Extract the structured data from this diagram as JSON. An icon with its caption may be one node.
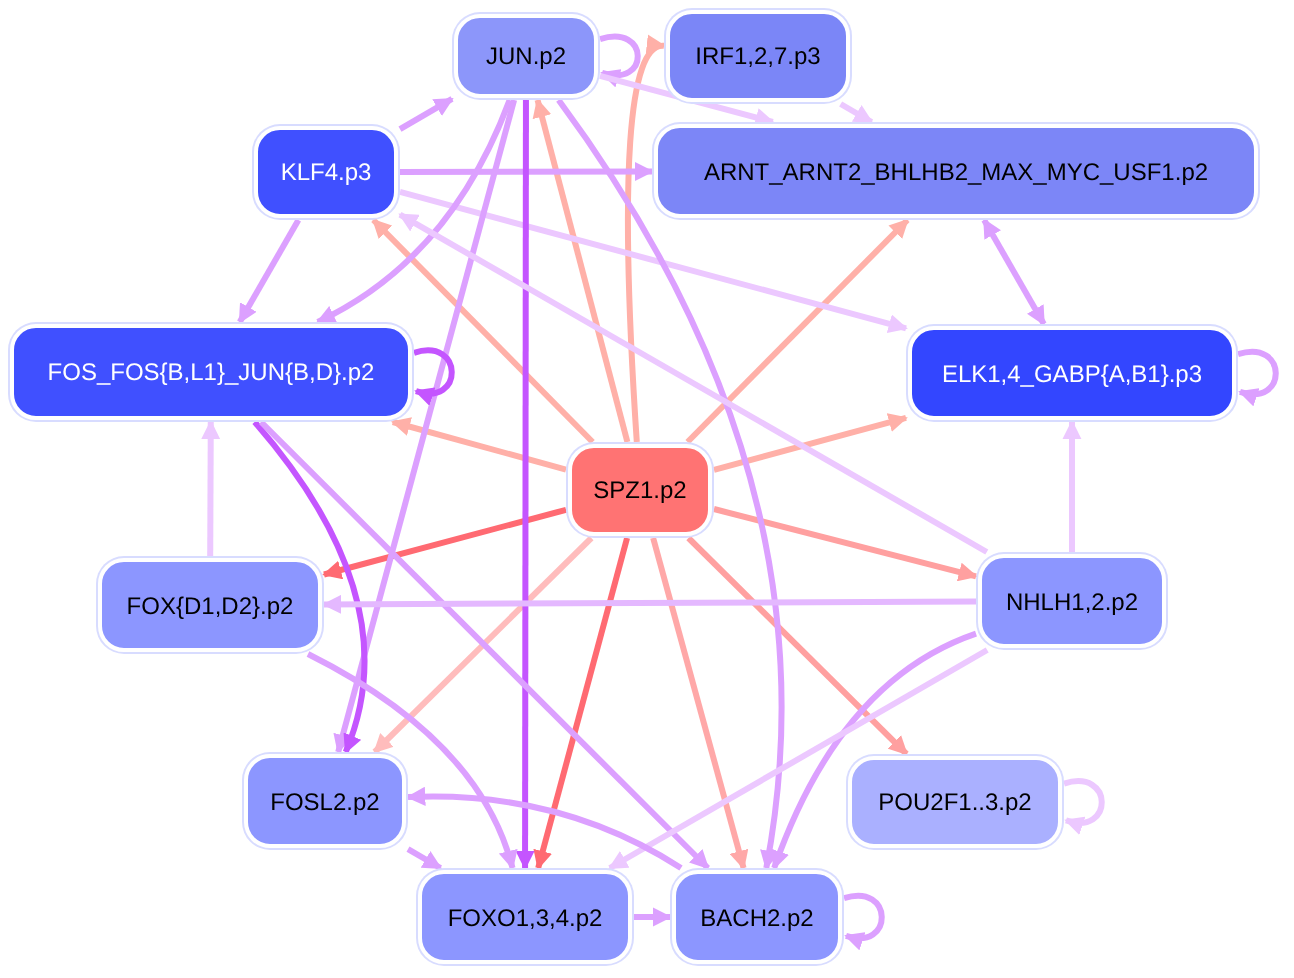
{
  "diagram": {
    "nodes": [
      {
        "text": [
          "JUN.p2"
        ]
      },
      {
        "text": [
          "IRF1,2,7.p3"
        ]
      },
      {
        "text": [
          "KLF4.p3"
        ]
      },
      {
        "text": [
          "ARNT_ARNT2_BHLHB2_MAX_MYC_USF1.p2"
        ]
      },
      {
        "text": [
          "FOS_FOS{B,L1}_JUN{B,D}.p2"
        ]
      },
      {
        "text": [
          "ELK1,4_GABP{A,B1}.p3"
        ]
      },
      {
        "text": [
          "SPZ1.p2"
        ]
      },
      {
        "text": [
          "FOX{D1,D2}.p2"
        ]
      },
      {
        "text": [
          "NHLH1,2.p2"
        ]
      },
      {
        "text": [
          "FOSL2.p2"
        ]
      },
      {
        "text": [
          "POU2F1..3.p2"
        ]
      },
      {
        "text": [
          "FOXO1,3,4.p2"
        ]
      },
      {
        "text": [
          "BACH2.p2"
        ]
      }
    ],
    "edges": [
      {
        "from": 6,
        "to": 4,
        "arrow": "to",
        "color": "#ffb0a8"
      },
      {
        "from": 6,
        "to": 0,
        "arrow": "to",
        "color": "#ffb0a8"
      },
      {
        "from": 6,
        "to": 1,
        "arrow": "to",
        "color": "#ffb0a8"
      },
      {
        "from": 6,
        "to": 2,
        "arrow": "to",
        "color": "#ffb0a8"
      },
      {
        "from": 6,
        "to": 3,
        "arrow": "to",
        "color": "#ffb0a8"
      },
      {
        "from": 6,
        "to": 5,
        "arrow": "to",
        "color": "#ffb0a8"
      },
      {
        "from": 6,
        "to": 8,
        "arrow": "to",
        "color": "#ffa0a0"
      },
      {
        "from": 6,
        "to": 10,
        "arrow": "to",
        "color": "#ffa0a0"
      },
      {
        "from": 6,
        "to": 12,
        "arrow": "to",
        "color": "#ffa8a8"
      },
      {
        "from": 6,
        "to": 11,
        "arrow": "to",
        "color": "#ff6a72"
      },
      {
        "from": 6,
        "to": 7,
        "arrow": "to",
        "color": "#ff6a72"
      },
      {
        "from": 6,
        "to": 9,
        "arrow": "to",
        "color": "#ffbcbc"
      },
      {
        "from": 0,
        "to": 0,
        "arrow": "to"
      },
      {
        "from": 2,
        "to": 0,
        "arrow": "to"
      },
      {
        "from": 2,
        "to": 3,
        "arrow": "to"
      },
      {
        "from": 2,
        "to": 4,
        "arrow": "to"
      },
      {
        "from": 2,
        "to": 5,
        "arrow": "to",
        "color": "#ecc8ff"
      },
      {
        "from": 0,
        "to": 4,
        "arrow": "to"
      },
      {
        "from": 0,
        "to": 9,
        "arrow": "to"
      },
      {
        "from": 0,
        "to": 11,
        "arrow": "to",
        "color": "#c455ff"
      },
      {
        "from": 0,
        "to": 12,
        "arrow": "to"
      },
      {
        "from": 0,
        "to": 3,
        "arrow": "to",
        "color": "#ecc8ff"
      },
      {
        "from": 4,
        "to": 4,
        "arrow": "to",
        "color": "#c455ff"
      },
      {
        "from": 4,
        "to": 9,
        "arrow": "to",
        "color": "#c455ff"
      },
      {
        "from": 4,
        "to": 12,
        "arrow": "to"
      },
      {
        "from": 7,
        "to": 4,
        "arrow": "to",
        "color": "#ecc8ff"
      },
      {
        "from": 7,
        "to": 11,
        "arrow": "to"
      },
      {
        "from": 8,
        "to": 7,
        "arrow": "to",
        "color": "#e4b8ff"
      },
      {
        "from": 5,
        "to": 5,
        "arrow": "to"
      },
      {
        "from": 5,
        "to": 3,
        "arrow": "both"
      },
      {
        "from": 8,
        "to": 5,
        "arrow": "to",
        "color": "#ecc8ff"
      },
      {
        "from": 8,
        "to": 12,
        "arrow": "to"
      },
      {
        "from": 8,
        "to": 11,
        "arrow": "to",
        "color": "#ecc8ff"
      },
      {
        "from": 8,
        "to": 2,
        "arrow": "to",
        "color": "#ecc8ff"
      },
      {
        "from": 10,
        "to": 10,
        "arrow": "to",
        "color": "#ecc8ff"
      },
      {
        "from": 9,
        "to": 11,
        "arrow": "to"
      },
      {
        "from": 12,
        "to": 9,
        "arrow": "to"
      },
      {
        "from": 12,
        "to": 12,
        "arrow": "to"
      },
      {
        "from": 11,
        "to": 12,
        "arrow": "to"
      },
      {
        "from": 1,
        "to": 3,
        "arrow": "to",
        "color": "#ecc8ff"
      }
    ]
  }
}
